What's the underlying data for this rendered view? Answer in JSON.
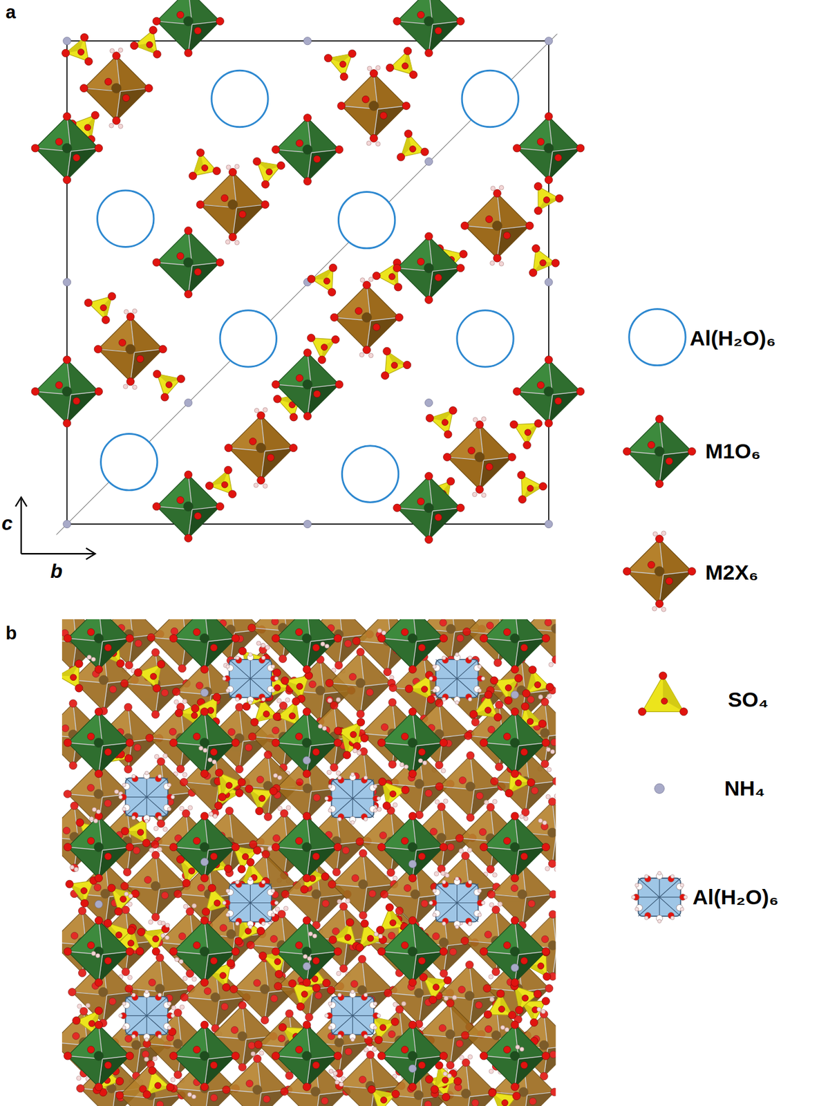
{
  "diagram": {
    "labels": [
      "a",
      "c",
      "b",
      "b"
    ],
    "legend": [
      {
        "text": "Al(H₂O)₆"
      },
      {
        "text": "M1O₆"
      },
      {
        "text": "M2X₆"
      },
      {
        "text": "SO₄"
      },
      {
        "text": "NH₄"
      },
      {
        "text": "Al(H₂O)₆"
      }
    ]
  }
}
